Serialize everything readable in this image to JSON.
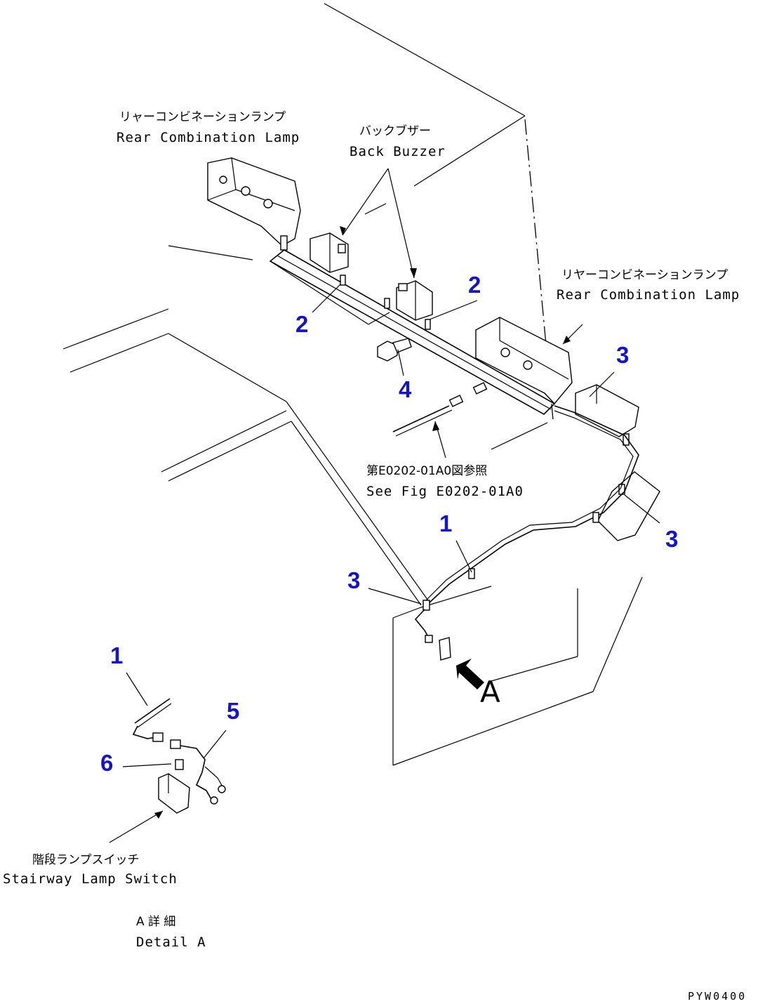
{
  "labels": {
    "rear_lamp_left_jp": "リャーコンビネーションランプ",
    "rear_lamp_left_en": "Rear Combination Lamp",
    "back_buzzer_jp": "バックブザー",
    "back_buzzer_en": "Back Buzzer",
    "rear_lamp_right_jp": "リヤーコンビネーションランプ",
    "rear_lamp_right_en": "Rear Combination Lamp",
    "see_fig_jp": "第E0202-01A0図参照",
    "see_fig_en": "See Fig E0202-01A0",
    "stairway_jp": "階段ランプスイッチ",
    "stairway_en": "Stairway Lamp Switch",
    "detail_jp": "A 詳 細",
    "detail_en": "Detail A",
    "view_letter": "A",
    "drawing_code": "PYW0400"
  },
  "callouts": {
    "c1a": "2",
    "c1b": "2",
    "c2": "4",
    "c3a": "3",
    "c3b": "3",
    "c3c": "3",
    "c4": "1",
    "c5": "1",
    "c6": "5",
    "c7": "6"
  },
  "colors": {
    "callout": "#1414c8",
    "line": "#000000"
  }
}
